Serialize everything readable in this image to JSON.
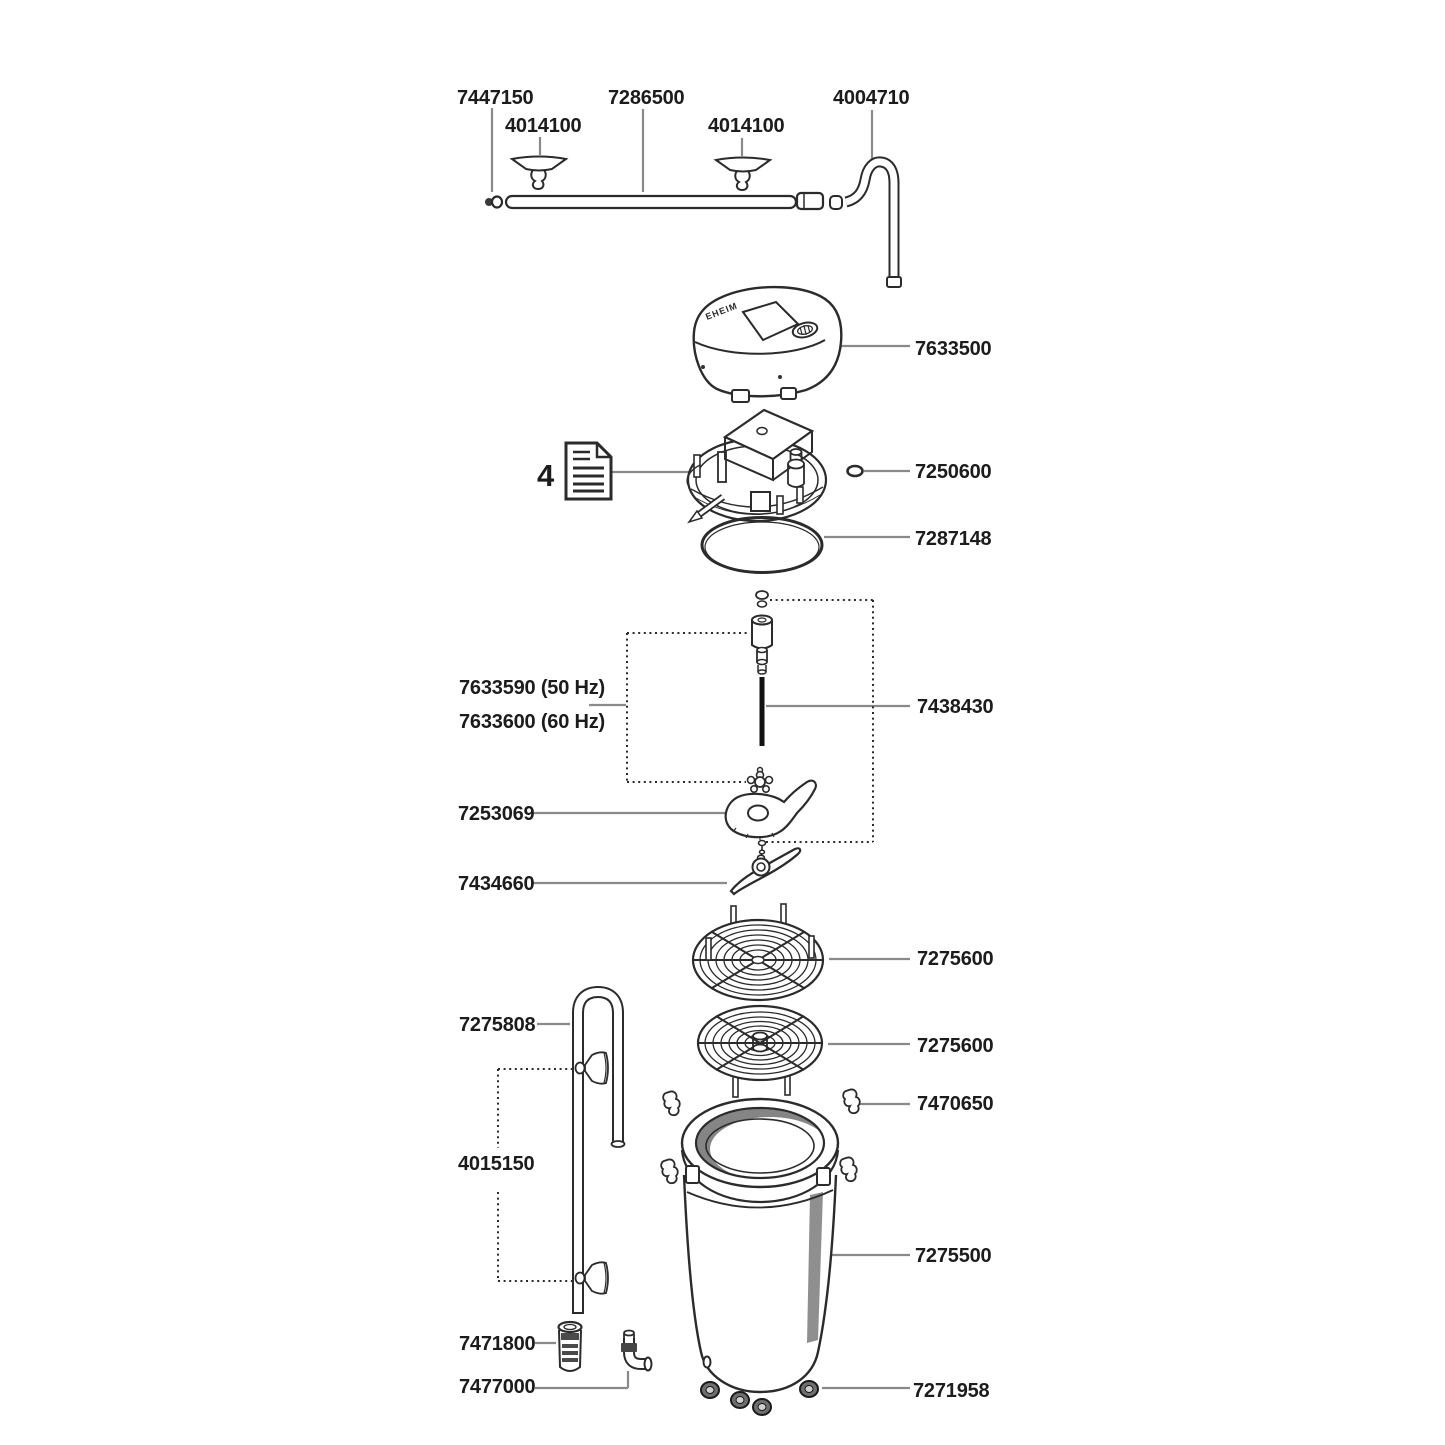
{
  "page": {
    "background": "#ffffff",
    "ink_color": "#2b2b2b",
    "leader_color": "#8a8a8a",
    "label_color": "#1c1c1c"
  },
  "brand_text": "EHEIM",
  "manual_ref": "4",
  "labels": [
    {
      "part": "hose-clamp",
      "text": "7447150"
    },
    {
      "part": "suction-cup-left",
      "text": "4014100"
    },
    {
      "part": "spray-bar",
      "text": "7286500"
    },
    {
      "part": "suction-cup-right",
      "text": "4014100"
    },
    {
      "part": "outlet-bend",
      "text": "4004710"
    },
    {
      "part": "pump-head-cover",
      "text": "7633500"
    },
    {
      "part": "o-ring-small",
      "text": "7250600"
    },
    {
      "part": "sealing-gasket",
      "text": "7287148"
    },
    {
      "part": "impeller-50hz",
      "text": "7633590 (50 Hz)"
    },
    {
      "part": "impeller-60hz",
      "text": "7633600 (60 Hz)"
    },
    {
      "part": "impeller-shaft",
      "text": "7438430"
    },
    {
      "part": "pump-wheel",
      "text": "7253069"
    },
    {
      "part": "blade",
      "text": "7434660"
    },
    {
      "part": "lattice-grid-top",
      "text": "7275600"
    },
    {
      "part": "intake-pipe",
      "text": "7275808"
    },
    {
      "part": "lattice-grid-bottom",
      "text": "7275600"
    },
    {
      "part": "fastening-clips",
      "text": "7470650"
    },
    {
      "part": "suction-cup-set",
      "text": "4015150"
    },
    {
      "part": "filter-canister",
      "text": "7275500"
    },
    {
      "part": "intake-strainer",
      "text": "7471800"
    },
    {
      "part": "elbow-connector",
      "text": "7477000"
    },
    {
      "part": "rubber-feet",
      "text": "7271958"
    }
  ]
}
